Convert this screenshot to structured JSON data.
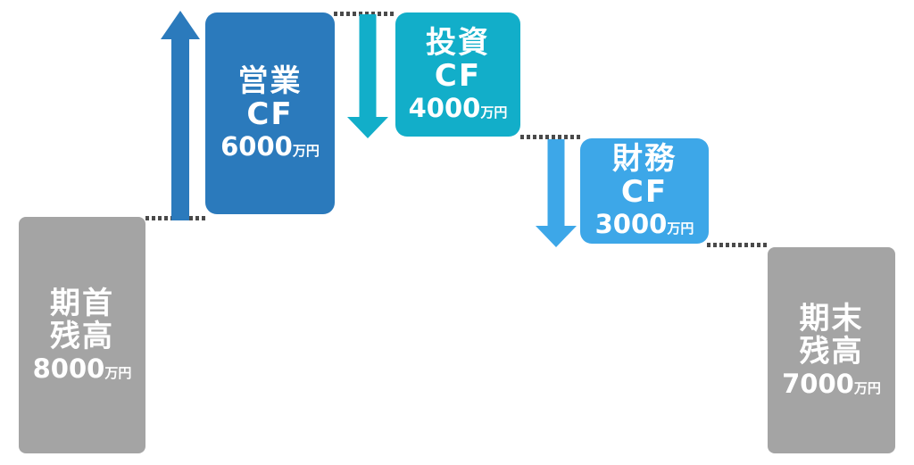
{
  "chart_data": {
    "type": "bar",
    "subtype": "waterfall",
    "title": "",
    "xlabel": "",
    "ylabel": "",
    "unit": "万円",
    "categories": [
      "期首残高",
      "営業CF",
      "投資CF",
      "財務CF",
      "期末残高"
    ],
    "values": [
      8000,
      6000,
      -4000,
      -3000,
      7000
    ],
    "value_labels": [
      "8000万円",
      "6000万円",
      "4000万円",
      "3000万円",
      "7000万円"
    ],
    "legend": false,
    "grid": false,
    "connectors": "dotted lines linking adjacent step levels",
    "flow_directions": [
      "up",
      "down",
      "down"
    ]
  },
  "colors": {
    "background": "#ffffff",
    "text": "#ffffff",
    "dotted_line": "#4a4a4a",
    "beginning_balance": "#a4a4a4",
    "operating_cf": "#2b7abc",
    "investing_cf": "#12aec9",
    "financing_cf": "#3da7e8",
    "ending_balance": "#a4a4a4"
  },
  "bars": {
    "beginning": {
      "line1": "期首",
      "line2": "残高",
      "value": "8000",
      "unit": "万円"
    },
    "operating": {
      "line1": "営業",
      "line2": "CF",
      "value": "6000",
      "unit": "万円"
    },
    "investing": {
      "line1": "投資",
      "line2": "CF",
      "value": "4000",
      "unit": "万円"
    },
    "financing": {
      "line1": "財務",
      "line2": "CF",
      "value": "3000",
      "unit": "万円"
    },
    "ending": {
      "line1": "期末",
      "line2": "残高",
      "value": "7000",
      "unit": "万円"
    }
  },
  "arrows": [
    {
      "name": "operating-cf-up-arrow",
      "direction": "up",
      "color": "#2b7abc"
    },
    {
      "name": "investing-cf-down-arrow",
      "direction": "down",
      "color": "#12aec9"
    },
    {
      "name": "financing-cf-down-arrow",
      "direction": "down",
      "color": "#3da7e8"
    }
  ]
}
